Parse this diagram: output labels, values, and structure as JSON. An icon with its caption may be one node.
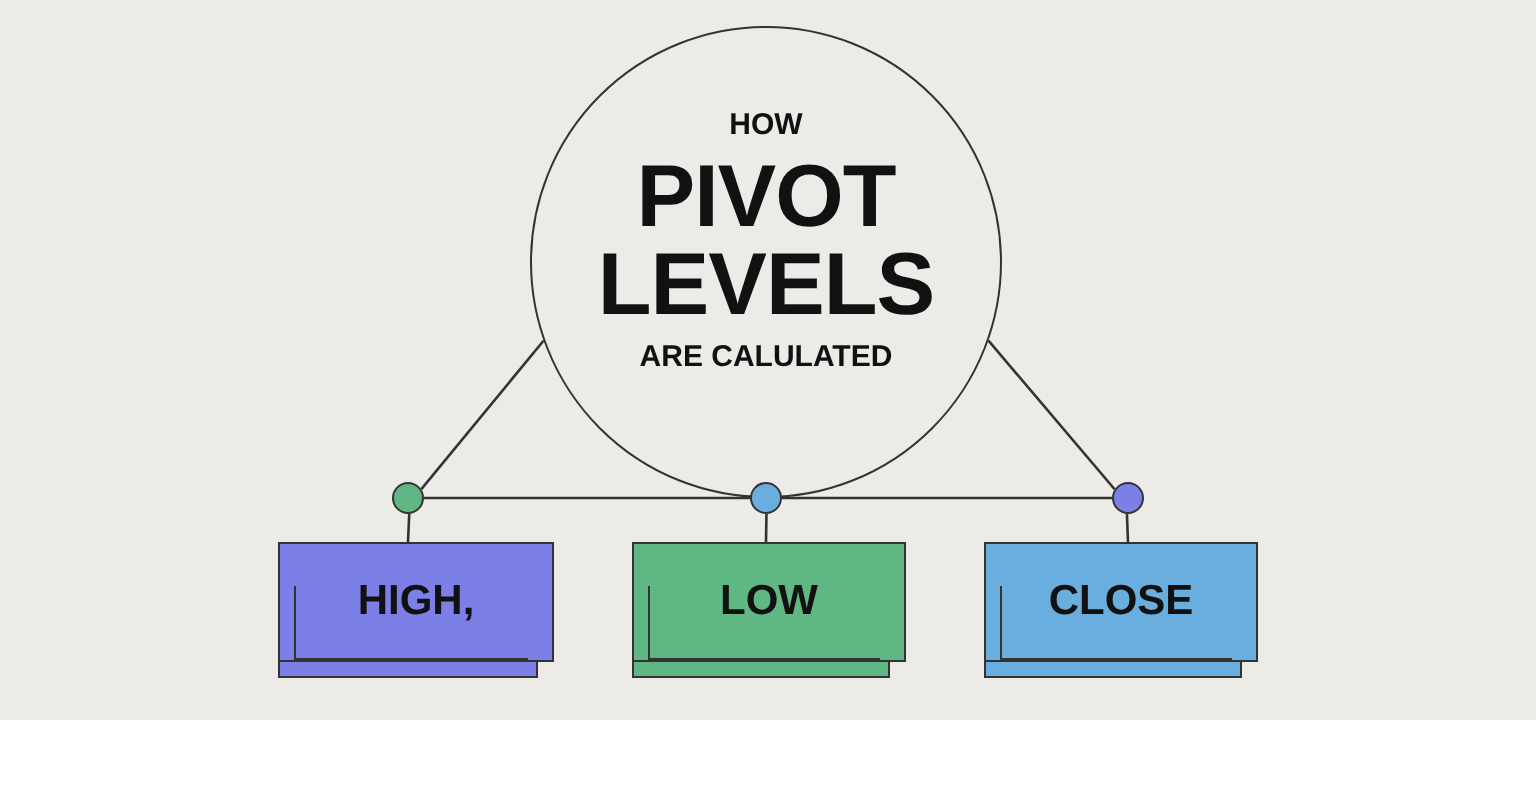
{
  "diagram": {
    "nodes": [
      {
        "text": [
          "HOW",
          "PIVOT LEVELS",
          "ARE CALULATED"
        ]
      },
      {
        "text": [],
        "shape": "circle"
      },
      {
        "text": [],
        "shape": "circle"
      },
      {
        "text": [],
        "shape": "circle"
      },
      {
        "text": [
          "HIGH,"
        ]
      },
      {
        "text": [
          "LOW"
        ]
      },
      {
        "text": [
          "CLOSE"
        ]
      }
    ],
    "edges": [
      {
        "from": 0,
        "to": 1,
        "arrow": "none"
      },
      {
        "from": 0,
        "to": 3,
        "arrow": "none"
      },
      {
        "from": 1,
        "to": 2,
        "arrow": "none"
      },
      {
        "from": 2,
        "to": 3,
        "arrow": "none"
      },
      {
        "from": 1,
        "to": 4,
        "arrow": "none"
      },
      {
        "from": 2,
        "to": 5,
        "arrow": "none"
      },
      {
        "from": 3,
        "to": 6,
        "arrow": "none"
      }
    ]
  }
}
